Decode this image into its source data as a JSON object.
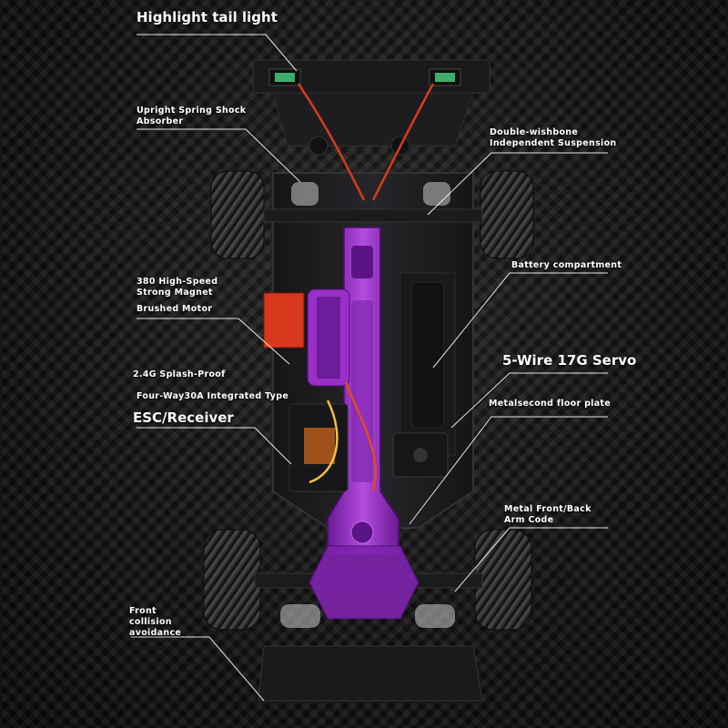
{
  "labels": {
    "tail_light": "Highlight tail light",
    "shock_1": "Upright Spring Shock",
    "shock_2": "Absorber",
    "suspension_1": "Double-wishbone",
    "suspension_2": "Independent Suspension",
    "battery": "Battery compartment",
    "motor_1": "380 High-Speed",
    "motor_2": "Strong Magnet",
    "motor_3": "Brushed Motor",
    "servo": "5-Wire 17G Servo",
    "esc_1": "2.4G Splash-Proof",
    "esc_2": "Four-Way30A Integrated Type",
    "esc_3": "ESC/Receiver",
    "floor_plate": "Metalsecond floor plate",
    "arm_1": "Metal Front/Back",
    "arm_2": "Arm Code",
    "front_1": "Front",
    "front_2": "collision",
    "front_3": "avoidance"
  },
  "colors": {
    "background": "#141414",
    "chassis": "#1c1c1e",
    "metal_purple": "#9a2fc8",
    "esc_red": "#d8381c",
    "label_text": "#ffffff",
    "leader_line": "#ffffff"
  }
}
